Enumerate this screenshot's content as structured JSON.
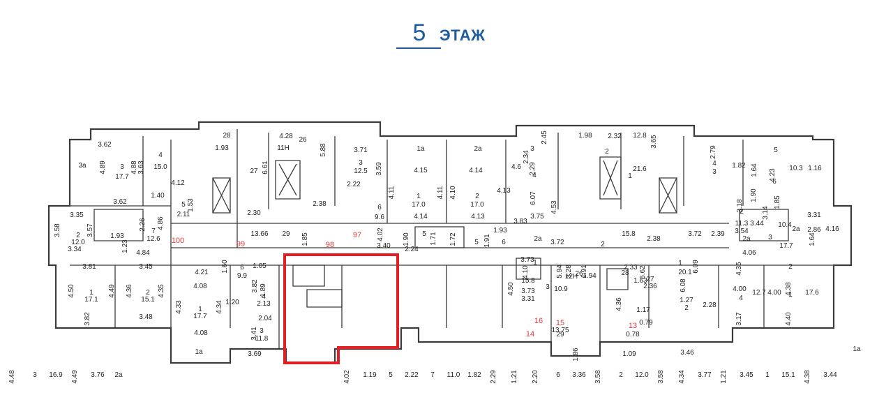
{
  "title": {
    "number": "5",
    "word": "ЭТАЖ"
  },
  "colors": {
    "title": "#1f5b9e",
    "highlight": "#e31e24",
    "walls": "#3a3a3a",
    "red_text": "#e23a3a"
  },
  "labels": [
    "3.62",
    "4",
    "15.0",
    "3.63",
    "4.89",
    "3",
    "17.7",
    "4.88",
    "3а",
    "4.12",
    "1.40",
    "3.62",
    "3.35",
    "3.58",
    "3.57",
    "2",
    "12.0",
    "3.34",
    "1.93",
    "1.23",
    "7",
    "12.6",
    "2.26",
    "4.86",
    "4.84",
    "5",
    "2.11",
    "1.53",
    "100",
    "99",
    "13.66",
    "29",
    "1.85",
    "98",
    "97",
    "3.40",
    "3.81",
    "4.50",
    "1",
    "17.1",
    "4.49",
    "3.82",
    "3.45",
    "4.36",
    "2",
    "15.1",
    "4.35",
    "3.48",
    "4.21",
    "4.08",
    "4.33",
    "1",
    "17.7",
    "4.34",
    "4.08",
    "1.60",
    "6",
    "9.9",
    "1.05",
    "1.20",
    "3.82",
    "1.89",
    "4",
    "2.13",
    "2.04",
    "3.41",
    "3",
    "11.8",
    "3.69",
    "1а",
    "28",
    "1.93",
    "4.28",
    "11Н",
    "26",
    "5.88",
    "27",
    "6.61",
    "2.30",
    "2.38",
    "3.71",
    "3",
    "12.5",
    "3.59",
    "2.22",
    "6",
    "9.6",
    "4.02",
    "1а",
    "4.15",
    "4.11",
    "1",
    "17.0",
    "4.11",
    "4.14",
    "1.90",
    "5",
    "2.24",
    "1.71",
    "1.72",
    "2а",
    "4.14",
    "4.10",
    "2",
    "17.0",
    "4.13",
    "4.13",
    "5",
    "1.91",
    "1.93",
    "6",
    "3",
    "2.29",
    "4",
    "4.6",
    "2.34",
    "2.45",
    "1.98",
    "2.32",
    "2",
    "12.8",
    "3.65",
    "1",
    "21.6",
    "4.53",
    "6.07",
    "3.83",
    "3.75",
    "2а",
    "3.72",
    "2",
    "15.8",
    "2.38",
    "3.72",
    "2.39",
    "3.73",
    "4.10",
    "1",
    "15.8",
    "4.50",
    "3.73",
    "3.31",
    "3",
    "10.9",
    "3.28",
    "5.94",
    "26",
    "12Н",
    "1.91",
    "1.94",
    "2.33",
    "28",
    "6.62",
    "27",
    "2.36",
    "1.17",
    "4.36",
    "1.63",
    "16",
    "15",
    "13.75",
    "29",
    "14",
    "1.86",
    "13",
    "0.78",
    "0.79",
    "1.09",
    "3.46",
    "6.09",
    "1",
    "20.1",
    "6.08",
    "1.27",
    "2",
    "2.28",
    "2.79",
    "4",
    "3",
    "1.82",
    "5",
    "1.64",
    "4.23",
    "6",
    "10.3",
    "1.16",
    "1.85",
    "1.90",
    "3.18",
    "2",
    "11.3",
    "3.54",
    "3.44",
    "2а",
    "3",
    "10.4",
    "3.14",
    "3.31",
    "2а",
    "2.86",
    "1.64",
    "4.16",
    "4.06",
    "2",
    "17.7",
    "4.35",
    "4.00",
    "4",
    "12.7",
    "3.17",
    "4.00",
    "4.38",
    "1",
    "17.6",
    "4.40",
    "1а",
    "4.02",
    "1.19",
    "5",
    "2.22",
    "7",
    "11.0",
    "1.82",
    "2.29",
    "1.21",
    "2.20",
    "6",
    "3.36",
    "3.58",
    "2",
    "12.0",
    "3.58",
    "4.34",
    "3.77",
    "1.21",
    "3.45",
    "1",
    "15.1",
    "4.38",
    "3.44",
    "4.48",
    "3",
    "16.9",
    "4.49",
    "3.76",
    "2а"
  ]
}
